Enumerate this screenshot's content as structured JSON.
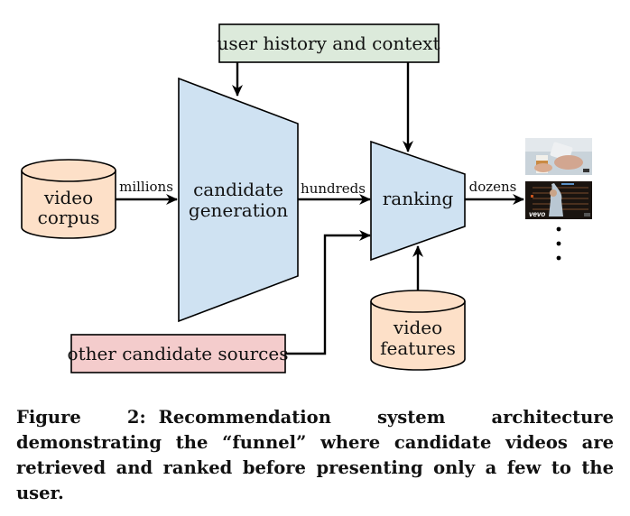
{
  "diagram": {
    "nodes": {
      "user_history": {
        "label": "user history and context",
        "fill": "#dceadb"
      },
      "video_corpus": {
        "lines": [
          "video",
          "corpus"
        ],
        "fill": "#fde0c8"
      },
      "candidate_generation": {
        "lines": [
          "candidate",
          "generation"
        ],
        "fill": "#cfe2f2"
      },
      "ranking": {
        "label": "ranking",
        "fill": "#cfe2f2"
      },
      "video_features": {
        "lines": [
          "video",
          "features"
        ],
        "fill": "#fde0c8"
      },
      "other_sources": {
        "label": "other candidate sources",
        "fill": "#f4cccc"
      }
    },
    "edges": {
      "millions": "millions",
      "hundreds": "hundreds",
      "dozens": "dozens"
    },
    "output": {
      "thumbnails": [
        {
          "name": "phone-and-coffee-thumbnail"
        },
        {
          "name": "vevo-music-video-thumbnail",
          "badge": "vevo"
        }
      ],
      "more_indicator": "⋮"
    }
  },
  "caption": {
    "figure_number": "Figure 2:",
    "text": "Recommendation system architecture demonstrating the “funnel” where candidate videos are retrieved and ranked before presenting only a few to the user."
  }
}
